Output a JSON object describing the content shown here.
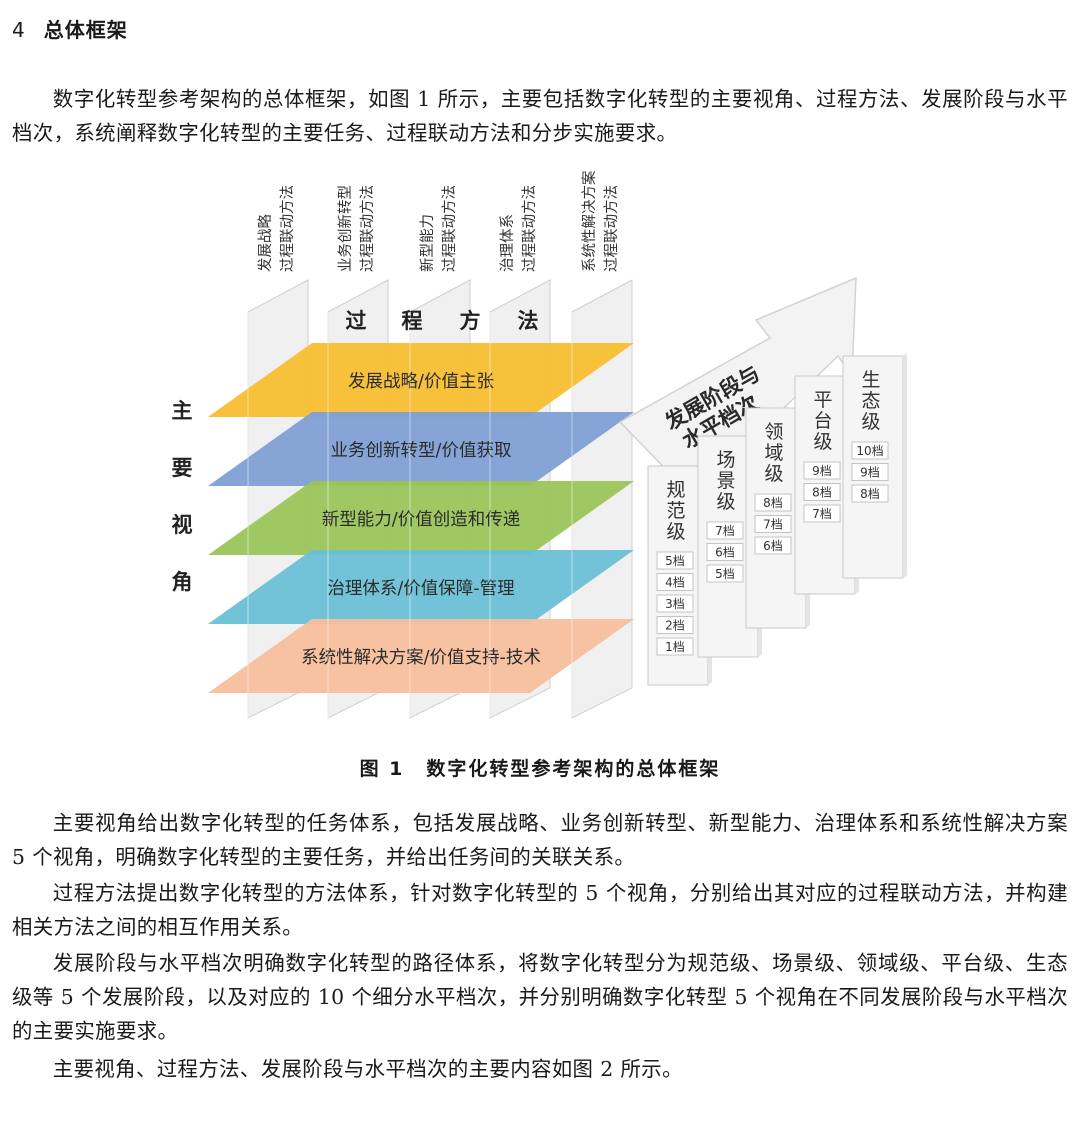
{
  "section": {
    "number": "4",
    "title": "总体框架"
  },
  "intro": "数字化转型参考架构的总体框架，如图 1 所示，主要包括数字化转型的主要视角、过程方法、发展阶段与水平档次，系统阐释数字化转型的主要任务、过程联动方法和分步实施要求。",
  "diagram": {
    "process_columns": [
      [
        "发展战略",
        "过程联动方法"
      ],
      [
        "业务创新转型",
        "过程联动方法"
      ],
      [
        "新型能力",
        "过程联动方法"
      ],
      [
        "治理体系",
        "过程联动方法"
      ],
      [
        "系统性解决方案",
        "过程联动方法"
      ]
    ],
    "process_label": [
      "过",
      "程",
      "方",
      "法"
    ],
    "perspective_label": [
      "主",
      "要",
      "视",
      "角"
    ],
    "layers": [
      {
        "label": "发展战略/价值主张",
        "color": "#F7BE31"
      },
      {
        "label": "业务创新转型/价值获取",
        "color": "#7F9FD4"
      },
      {
        "label": "新型能力/价值创造和传递",
        "color": "#9BC55A"
      },
      {
        "label": "治理体系/价值保障-管理",
        "color": "#6CC0D6"
      },
      {
        "label": "系统性解决方案/价值支持-技术",
        "color": "#F6BF9C"
      }
    ],
    "arrow_label": [
      "发展阶段与",
      "水平档次"
    ],
    "stages": [
      {
        "name": "规范级",
        "levels": [
          "5档",
          "4档",
          "3档",
          "2档",
          "1档"
        ]
      },
      {
        "name": "场景级",
        "levels": [
          "7档",
          "6档",
          "5档"
        ]
      },
      {
        "name": "领域级",
        "levels": [
          "8档",
          "7档",
          "6档"
        ]
      },
      {
        "name": "平台级",
        "levels": [
          "9档",
          "8档",
          "7档"
        ]
      },
      {
        "name": "生态级",
        "levels": [
          "10档",
          "9档",
          "8档"
        ]
      }
    ]
  },
  "caption": {
    "number": "图 1",
    "title": "数字化转型参考架构的总体框架"
  },
  "paragraphs": [
    "主要视角给出数字化转型的任务体系，包括发展战略、业务创新转型、新型能力、治理体系和系统性解决方案 5 个视角，明确数字化转型的主要任务，并给出任务间的关联关系。",
    "过程方法提出数字化转型的方法体系，针对数字化转型的 5 个视角，分别给出其对应的过程联动方法，并构建相关方法之间的相互作用关系。",
    "发展阶段与水平档次明确数字化转型的路径体系，将数字化转型分为规范级、场景级、领域级、平台级、生态级等 5 个发展阶段，以及对应的 10 个细分水平档次，并分别明确数字化转型 5 个视角在不同发展阶段与水平档次的主要实施要求。",
    "主要视角、过程方法、发展阶段与水平档次的主要内容如图 2 所示。"
  ]
}
